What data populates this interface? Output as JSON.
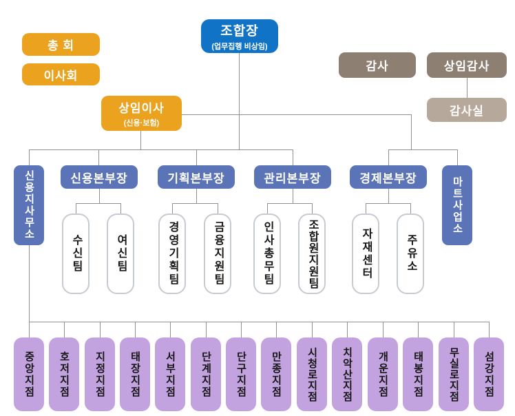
{
  "nodes": {
    "chairman": {
      "label": "조합장",
      "sub": "(업무집행 비상임)"
    },
    "general_assembly": {
      "label": "총 회"
    },
    "board_of_directors": {
      "label": "이사회"
    },
    "auditor": {
      "label": "감사"
    },
    "standing_auditor": {
      "label": "상임감사"
    },
    "audit_office": {
      "label": "감사실"
    },
    "standing_director": {
      "label": "상임이사",
      "sub": "(신용·보험)"
    },
    "credit_branch_office": {
      "label": "신용지사무소"
    },
    "mart_business_office": {
      "label": "마트사업소"
    },
    "divisions": [
      {
        "label": "신용본부장",
        "teams": [
          "수신팀",
          "여신팀"
        ]
      },
      {
        "label": "기획본부장",
        "teams": [
          "경영기획팀",
          "금융지원팀"
        ]
      },
      {
        "label": "관리본부장",
        "teams": [
          "인사총무팀",
          "조합원지원팀"
        ]
      },
      {
        "label": "경제본부장",
        "teams": [
          "자재센터",
          "주유소"
        ]
      }
    ],
    "branches": [
      "중앙지점",
      "호저지점",
      "지정지점",
      "태장지점",
      "서부지점",
      "단계지점",
      "단구지점",
      "만종지점",
      "시청로지점",
      "치악산지점",
      "개운지점",
      "태봉지점",
      "무실로지점",
      "섬강지점"
    ]
  },
  "colors": {
    "chairman_blue": "#1173c5",
    "division_blue": "#5b74b8",
    "orange": "#eba21f",
    "auditor_taupe": "#8d8073",
    "audit_office_taupe": "#b6a99b",
    "branch_purple": "#c3a3df",
    "team_border": "#c6cad1",
    "connector_gray": "#909090"
  }
}
